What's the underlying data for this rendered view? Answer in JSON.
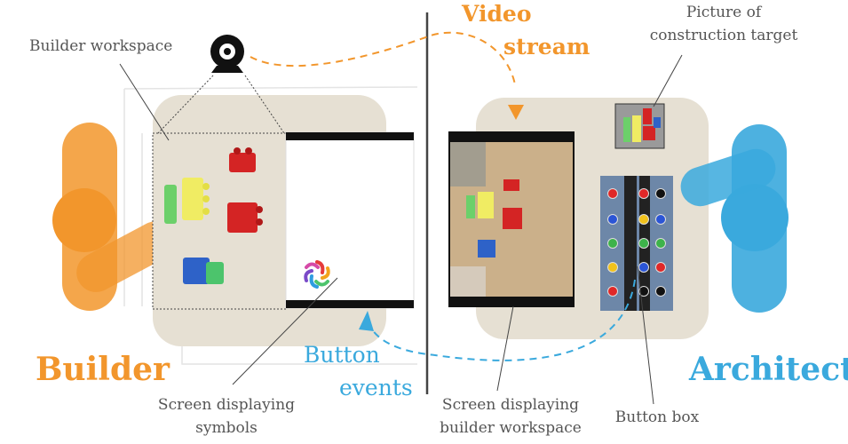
{
  "labels": {
    "builder_workspace": "Builder workspace",
    "video_stream_line1": "Video",
    "video_stream_line2": "stream",
    "picture_target_line1": "Picture of",
    "picture_target_line2": "construction target",
    "builder": "Builder",
    "architect": "Architect",
    "button_events_line1": "Button",
    "button_events_line2": "events",
    "screen_symbols_line1": "Screen displaying",
    "screen_symbols_line2": "symbols",
    "screen_workspace_line1": "Screen displaying",
    "screen_workspace_line2": "builder workspace",
    "button_box": "Button box"
  },
  "colors": {
    "builder": "#f2962c",
    "architect": "#3aa9dd",
    "table": "#e6e0d3",
    "divider": "#444444"
  },
  "icons": [
    "webcam-icon",
    "symbol-flower-icon"
  ]
}
